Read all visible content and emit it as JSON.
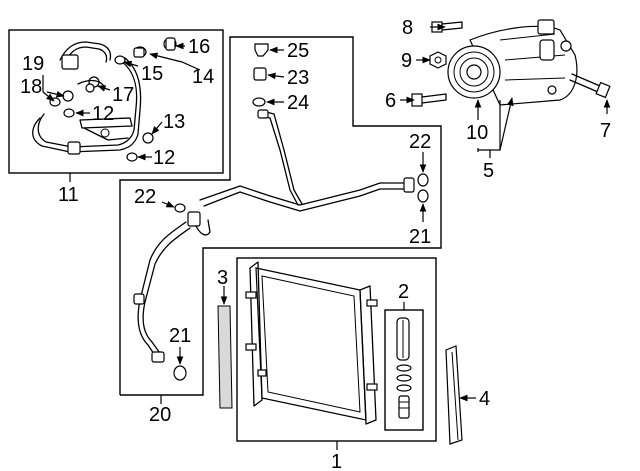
{
  "callouts": {
    "c1": "1",
    "c2": "2",
    "c3": "3",
    "c4": "4",
    "c5": "5",
    "c6": "6",
    "c7": "7",
    "c8": "8",
    "c9": "9",
    "c10": "10",
    "c11": "11",
    "c12a": "12",
    "c12b": "12",
    "c13": "13",
    "c14": "14",
    "c15": "15",
    "c16": "16",
    "c17": "17",
    "c18": "18",
    "c19": "19",
    "c20": "20",
    "c21a": "21",
    "c21b": "21",
    "c22a": "22",
    "c22b": "22",
    "c23": "23",
    "c24": "24",
    "c25": "25"
  }
}
